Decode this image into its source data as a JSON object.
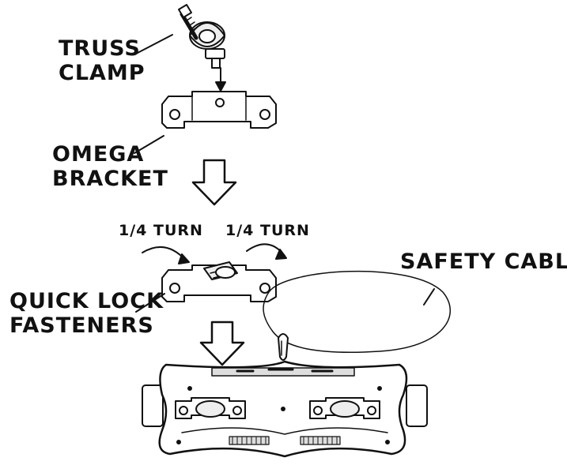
{
  "labels": {
    "truss_clamp": [
      "TRUSS",
      "CLAMP"
    ],
    "omega_bracket": [
      "OMEGA",
      "BRACKET"
    ],
    "turn_left": "1/4 TURN",
    "turn_right": "1/4 TURN",
    "safety_cable": "SAFETY CABLE",
    "quick_lock": [
      "QUICK LOCK",
      "FASTENERS"
    ]
  },
  "colors": {
    "ink": "#111111",
    "fill": "#ffffff",
    "shade": "#cfcfcf"
  }
}
